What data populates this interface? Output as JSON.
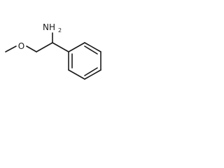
{
  "molecule": {
    "atom_labels": {
      "amine_element": "NH",
      "amine_subscript": "2",
      "ether_oxygen": "O"
    }
  }
}
